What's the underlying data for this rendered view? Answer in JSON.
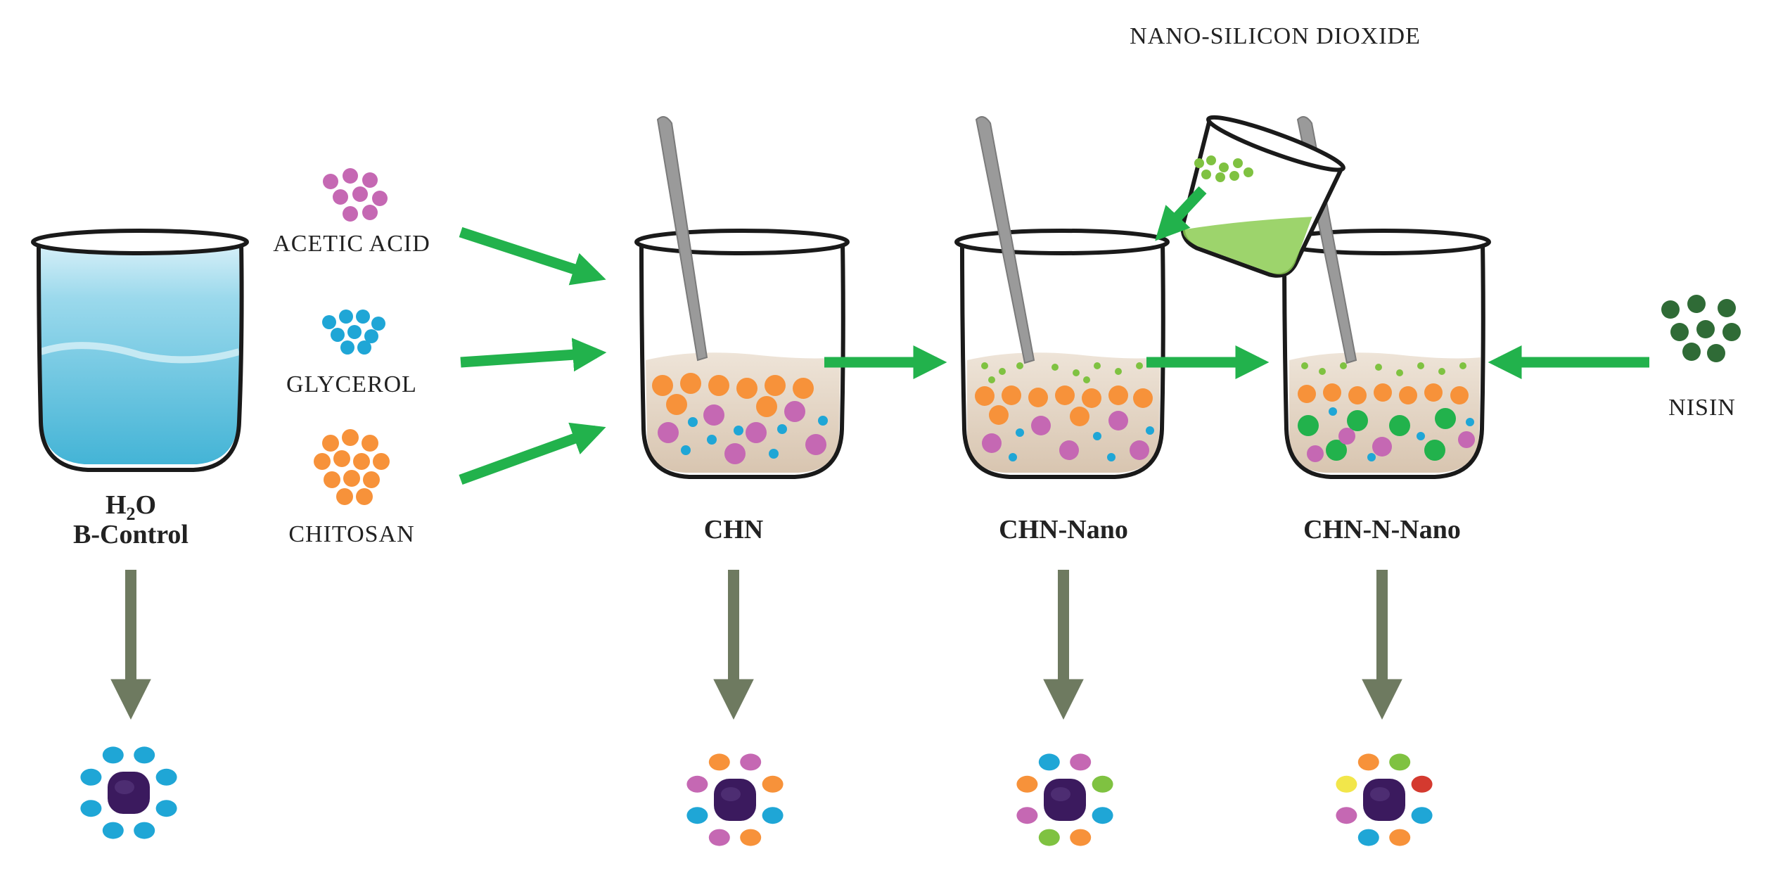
{
  "labels": {
    "water_formula_main": "H",
    "water_formula_sub": "2",
    "water_formula_tail": "O",
    "control": "B-Control",
    "acetic_acid": "ACETIC ACID",
    "glycerol": "GLYCEROL",
    "chitosan": "CHITOSAN",
    "nano_silicon": "NANO-SILICON DIOXIDE",
    "nisin": "NISIN",
    "chn": "CHN",
    "chn_nano": "CHN-Nano",
    "chn_n_nano": "CHN-N-Nano"
  },
  "colors": {
    "acetic_acid": "#c568b3",
    "glycerol": "#1fa6d6",
    "chitosan": "#f7923a",
    "nano_silicon": "#7fc241",
    "nisin": "#2f6b36",
    "core": "#3b1a5e",
    "flow_arrow": "#22b24c",
    "down_arrow": "#6e7a60",
    "water": "#7fcde6",
    "mixture": "#dccbb6",
    "glass_outline": "#1a1a1a",
    "rod": "#9a9a9a"
  },
  "ring_colors": {
    "b_control": [
      "#1fa6d6",
      "#1fa6d6",
      "#1fa6d6",
      "#1fa6d6",
      "#1fa6d6",
      "#1fa6d6",
      "#1fa6d6",
      "#1fa6d6"
    ],
    "chn": [
      "#c568b3",
      "#f7923a",
      "#1fa6d6",
      "#f7923a",
      "#c568b3",
      "#1fa6d6",
      "#c568b3",
      "#f7923a"
    ],
    "chn_nano": [
      "#c568b3",
      "#7fc241",
      "#1fa6d6",
      "#f7923a",
      "#7fc241",
      "#c568b3",
      "#f7923a",
      "#1fa6d6"
    ],
    "chn_n_nano": [
      "#7fc241",
      "#d43a2f",
      "#1fa6d6",
      "#f7923a",
      "#1fa6d6",
      "#c568b3",
      "#f2e64a",
      "#f7923a"
    ]
  }
}
